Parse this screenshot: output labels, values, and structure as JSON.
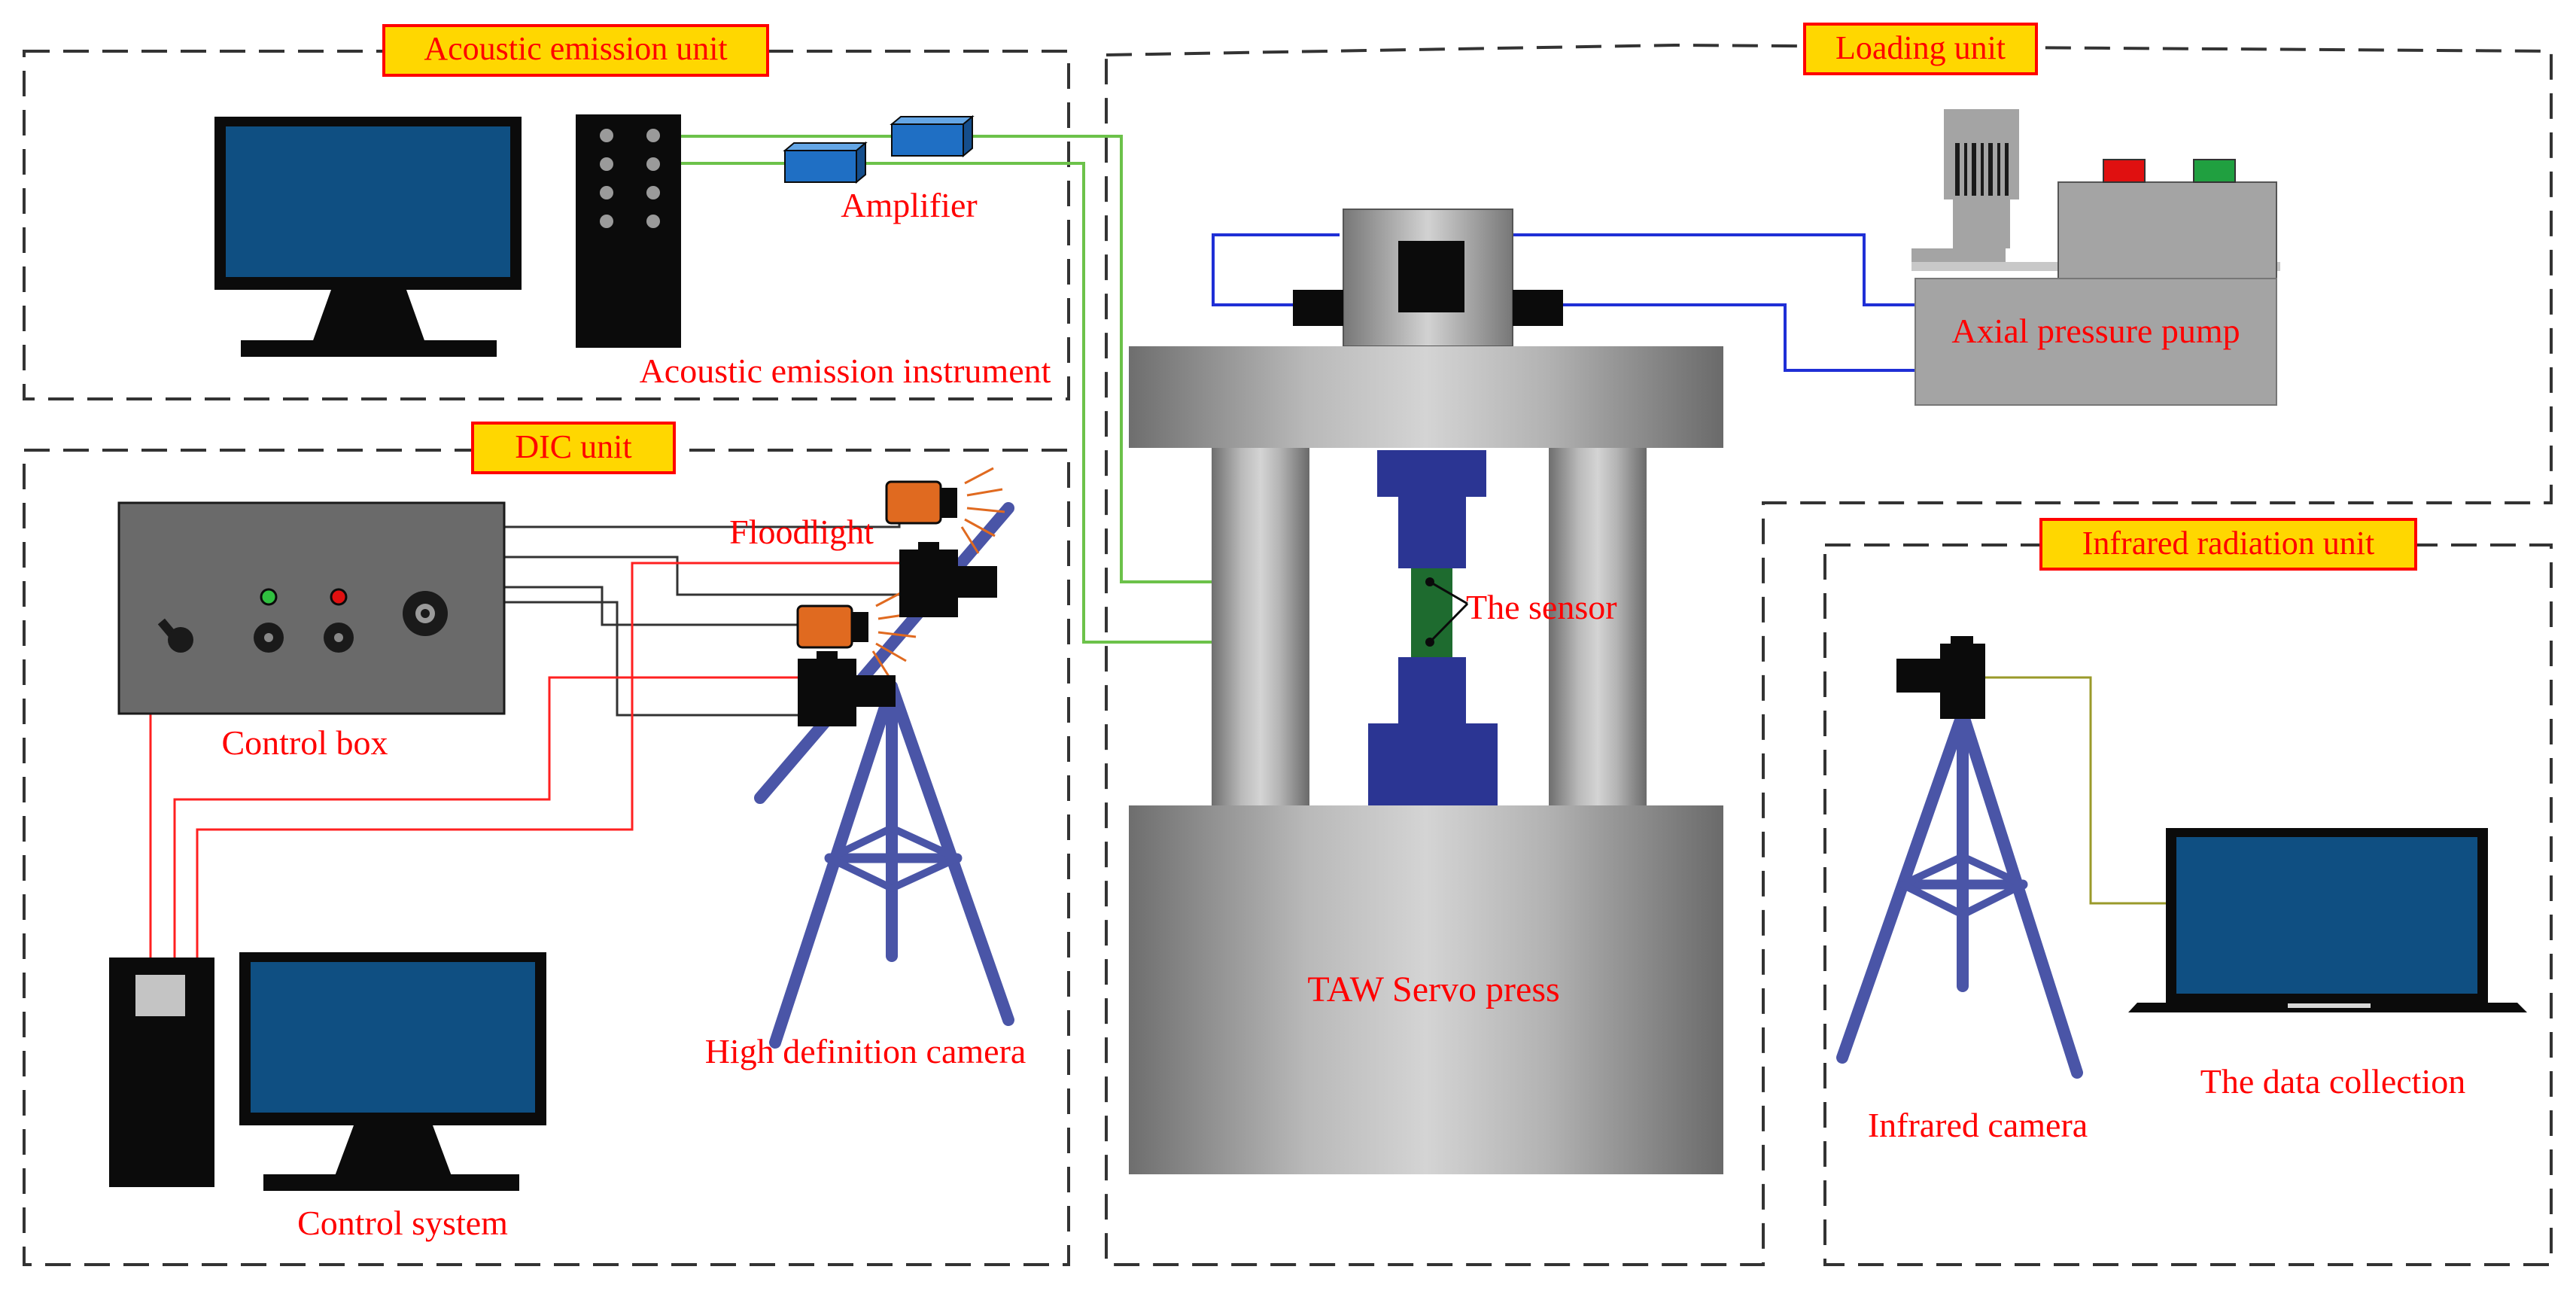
{
  "units": {
    "acoustic": "Acoustic emission unit",
    "loading": "Loading unit",
    "dic": "DIC unit",
    "infrared": "Infrared radiation unit"
  },
  "labels": {
    "amplifier": "Amplifier",
    "ae_instrument": "Acoustic emission instrument",
    "axial_pump": "Axial pressure pump",
    "floodlight": "Floodlight",
    "sensor": "The sensor",
    "control_box": "Control box",
    "hd_camera": "High definition camera",
    "press": "TAW Servo press",
    "control_system": "Control system",
    "infrared_camera": "Infrared camera",
    "data_collection": "The data collection"
  },
  "colors": {
    "label_text": "#ff0000",
    "title_fill": "#ffd700",
    "title_border": "#ff0000",
    "screen": "#0f4f82",
    "tripod": "#4a55a7",
    "specimen_clamp": "#2b3593",
    "specimen": "#1e6b2f",
    "ae_wire": "#6cc24a",
    "pump_wire": "#1f2fd6",
    "dic_wire": "#ff2020",
    "ir_wire": "#9a9a2a",
    "amplifier": "#1f6fc4",
    "floodlight": "#e06a20"
  }
}
